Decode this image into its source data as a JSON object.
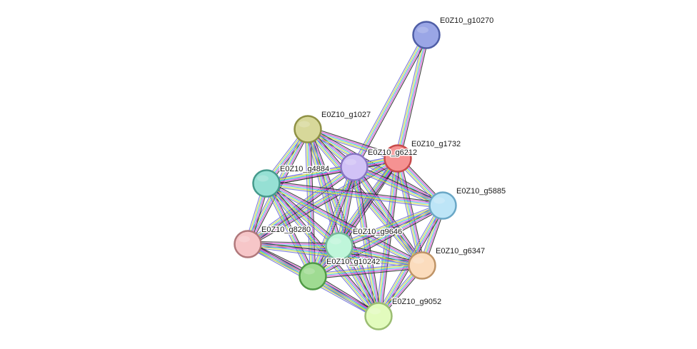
{
  "edge_colors": [
    "#2b2b2b",
    "#d23bd1",
    "#33b5d6",
    "#c8dc32",
    "#6f6fd8"
  ],
  "nodes": [
    {
      "id": "g10270",
      "label": "E0Z10_g10270",
      "fill": "#9aa6e6",
      "stroke": "#4f5ea6"
    },
    {
      "id": "g1027",
      "label": "E0Z10_g1027",
      "fill": "#d7d89a",
      "stroke": "#8f9145"
    },
    {
      "id": "g1732",
      "label": "E0Z10_g1732",
      "fill": "#f59292",
      "stroke": "#c74a4a"
    },
    {
      "id": "g6212",
      "label": "E0Z10_g6212",
      "fill": "#d1c2f6",
      "stroke": "#8875c4"
    },
    {
      "id": "g4884",
      "label": "E0Z10_g4884",
      "fill": "#96e0d4",
      "stroke": "#459a8c"
    },
    {
      "id": "g5885",
      "label": "E0Z10_g5885",
      "fill": "#bde5f7",
      "stroke": "#6aa7c6"
    },
    {
      "id": "g8280",
      "label": "E0Z10_g8280",
      "fill": "#f6c6c8",
      "stroke": "#b0787b"
    },
    {
      "id": "g9646",
      "label": "E0Z10_g9646",
      "fill": "#bff6da",
      "stroke": "#76b898"
    },
    {
      "id": "g6347",
      "label": "E0Z10_g6347",
      "fill": "#fbdcbd",
      "stroke": "#bf9467"
    },
    {
      "id": "g10242",
      "label": "E0Z10_g10242",
      "fill": "#9fdb92",
      "stroke": "#4f9a45"
    },
    {
      "id": "g9052",
      "label": "E0Z10_g9052",
      "fill": "#e2fbbd",
      "stroke": "#9bbd72"
    }
  ],
  "edges": [
    [
      "g10270",
      "g1732"
    ],
    [
      "g10270",
      "g6212"
    ],
    [
      "g1027",
      "g1732"
    ],
    [
      "g1027",
      "g6212"
    ],
    [
      "g1027",
      "g4884"
    ],
    [
      "g1027",
      "g5885"
    ],
    [
      "g1027",
      "g8280"
    ],
    [
      "g1027",
      "g9646"
    ],
    [
      "g1027",
      "g6347"
    ],
    [
      "g1027",
      "g10242"
    ],
    [
      "g1027",
      "g9052"
    ],
    [
      "g1732",
      "g6212"
    ],
    [
      "g1732",
      "g4884"
    ],
    [
      "g1732",
      "g5885"
    ],
    [
      "g1732",
      "g8280"
    ],
    [
      "g1732",
      "g9646"
    ],
    [
      "g1732",
      "g6347"
    ],
    [
      "g1732",
      "g10242"
    ],
    [
      "g1732",
      "g9052"
    ],
    [
      "g6212",
      "g4884"
    ],
    [
      "g6212",
      "g5885"
    ],
    [
      "g6212",
      "g8280"
    ],
    [
      "g6212",
      "g9646"
    ],
    [
      "g6212",
      "g6347"
    ],
    [
      "g6212",
      "g10242"
    ],
    [
      "g6212",
      "g9052"
    ],
    [
      "g4884",
      "g5885"
    ],
    [
      "g4884",
      "g8280"
    ],
    [
      "g4884",
      "g9646"
    ],
    [
      "g4884",
      "g6347"
    ],
    [
      "g4884",
      "g10242"
    ],
    [
      "g4884",
      "g9052"
    ],
    [
      "g5885",
      "g9646"
    ],
    [
      "g5885",
      "g6347"
    ],
    [
      "g5885",
      "g10242"
    ],
    [
      "g5885",
      "g9052"
    ],
    [
      "g8280",
      "g9646"
    ],
    [
      "g8280",
      "g6347"
    ],
    [
      "g8280",
      "g10242"
    ],
    [
      "g8280",
      "g9052"
    ],
    [
      "g9646",
      "g6347"
    ],
    [
      "g9646",
      "g10242"
    ],
    [
      "g9646",
      "g9052"
    ],
    [
      "g6347",
      "g10242"
    ],
    [
      "g6347",
      "g9052"
    ],
    [
      "g10242",
      "g9052"
    ]
  ]
}
